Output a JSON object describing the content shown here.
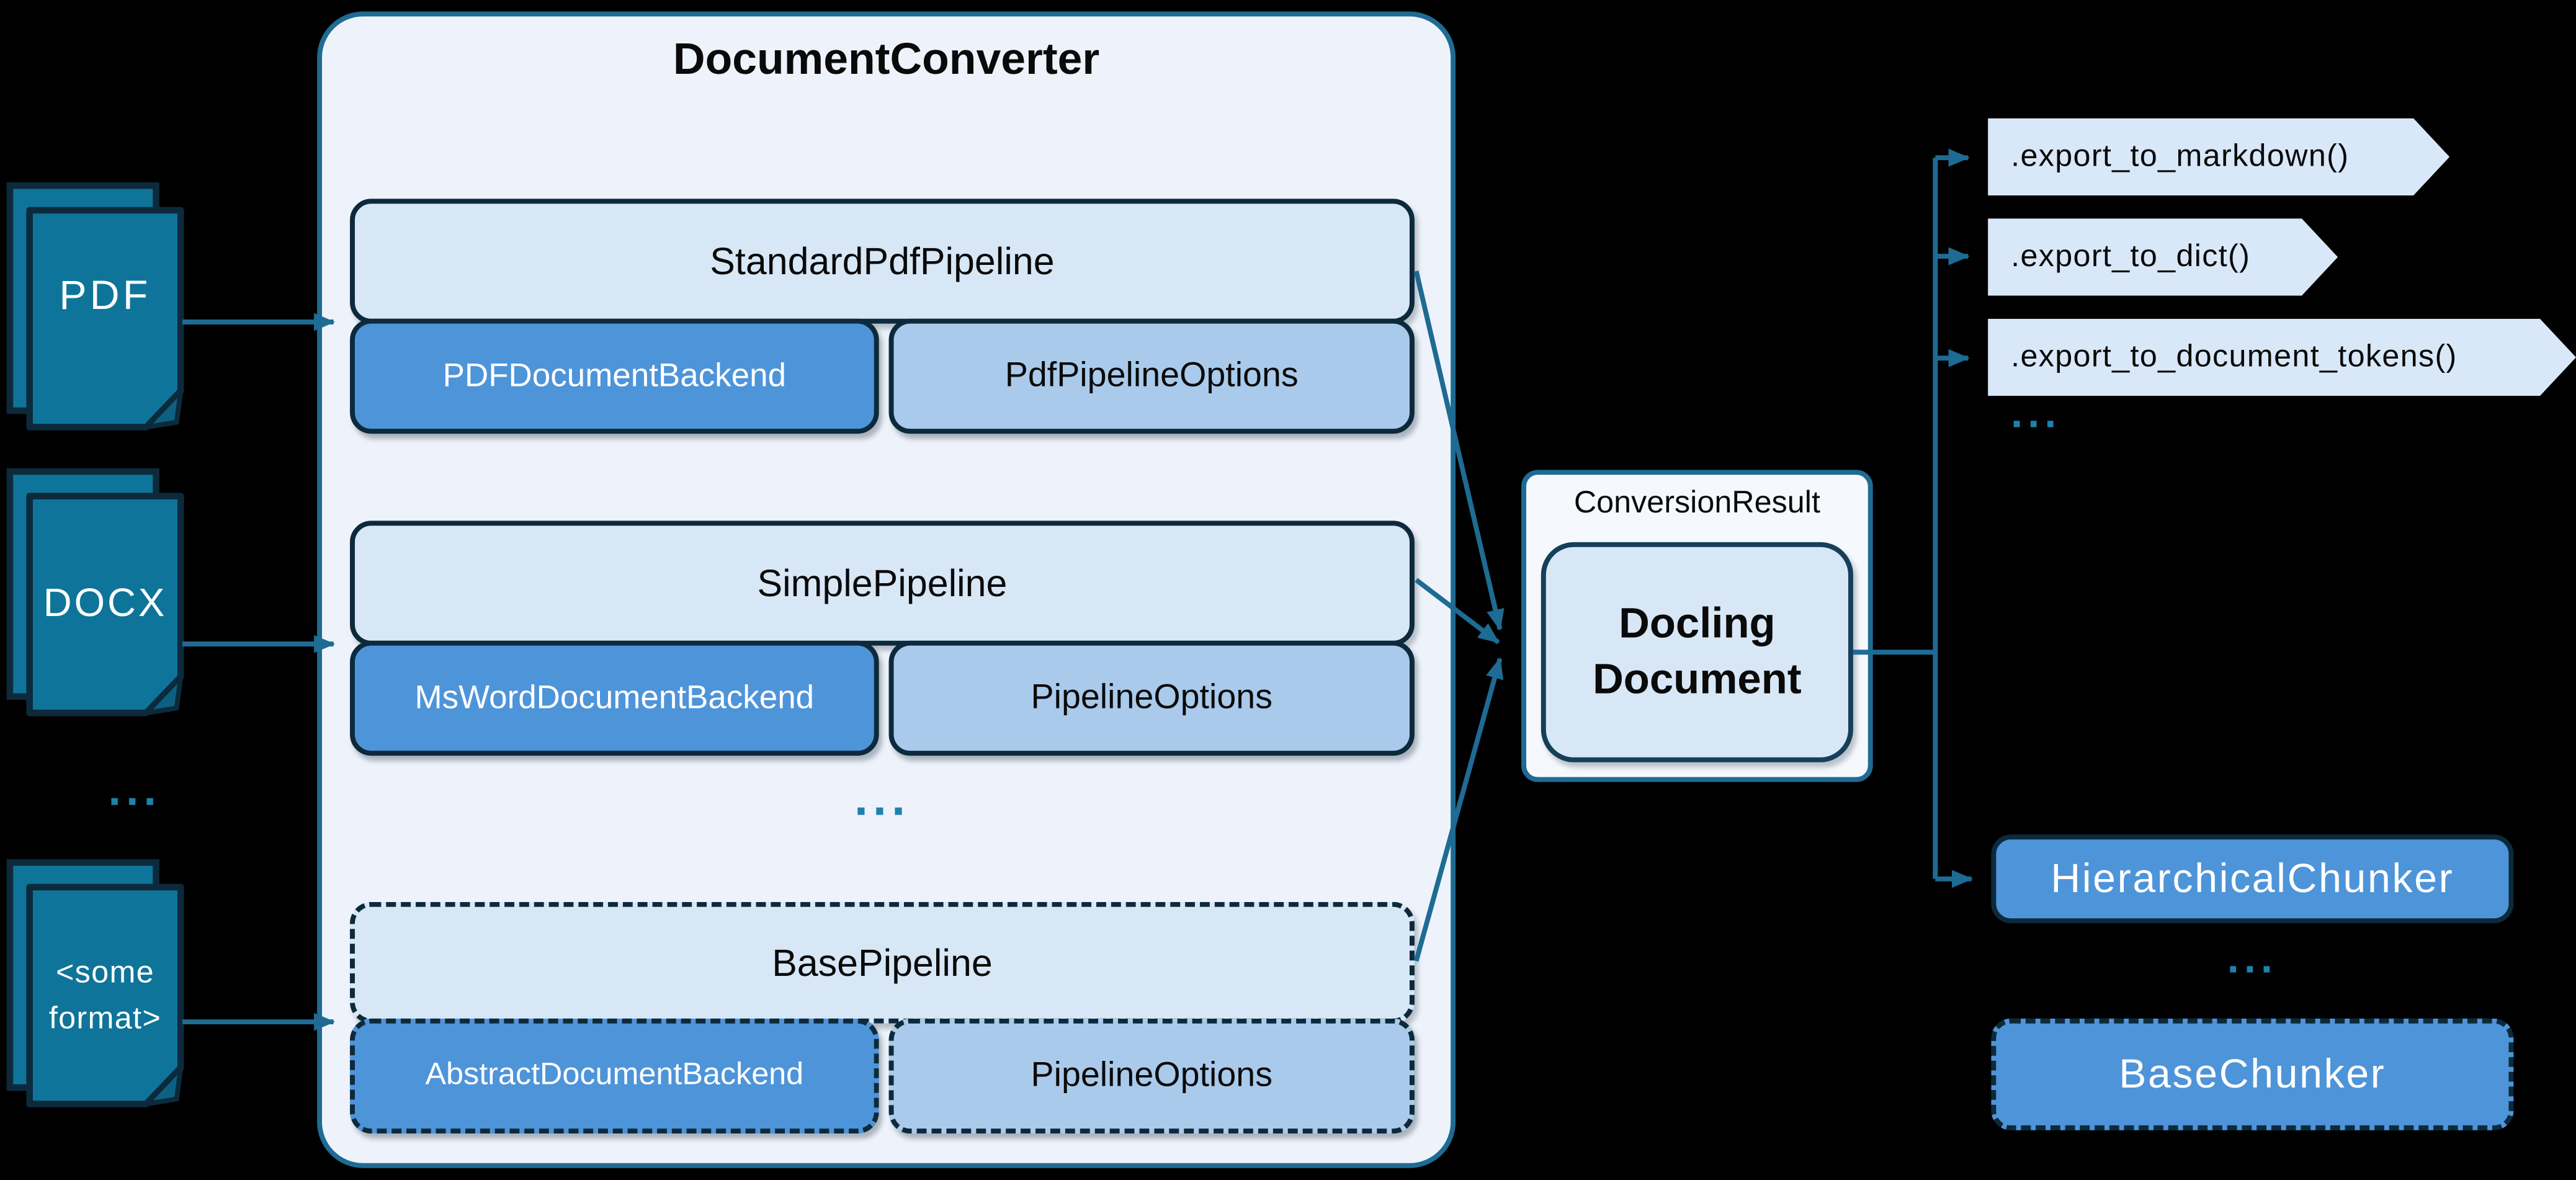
{
  "inputs": {
    "pdf": {
      "label": "PDF"
    },
    "docx": {
      "label": "DOCX"
    },
    "dots": "...",
    "some_format": {
      "line1": "<some",
      "line2": "format>"
    }
  },
  "converter": {
    "title": "DocumentConverter",
    "dots": "...",
    "groups": [
      {
        "pipeline": "StandardPdfPipeline",
        "backend": "PDFDocumentBackend",
        "options": "PdfPipelineOptions"
      },
      {
        "pipeline": "SimplePipeline",
        "backend": "MsWordDocumentBackend",
        "options": "PipelineOptions"
      },
      {
        "pipeline": "BasePipeline",
        "backend": "AbstractDocumentBackend",
        "options": "PipelineOptions"
      }
    ]
  },
  "result": {
    "title": "ConversionResult",
    "document": "Docling Document"
  },
  "outputs": {
    "exports": [
      ".export_to_markdown()",
      ".export_to_dict()",
      ".export_to_document_tokens()"
    ],
    "dots": "...",
    "chunkers": [
      {
        "label": "HierarchicalChunker"
      },
      {
        "label": "BaseChunker"
      }
    ],
    "chunker_dots": "..."
  },
  "colors": {
    "background": "#000000",
    "panel_fill": "#eef3fb",
    "panel_border": "#1e6b93",
    "band_fill": "#d8e7f6",
    "backend_fill": "#4e94d9",
    "options_fill": "#a9caeb",
    "tag_fill": "#d9e8f8",
    "doc_page_fill": "#0f7499",
    "dark_border": "#0d2a3c",
    "wire": "#1e6b93",
    "dots": "#1f81ad",
    "text_dark": "#0a0a0a",
    "text_light": "#ffffff"
  }
}
